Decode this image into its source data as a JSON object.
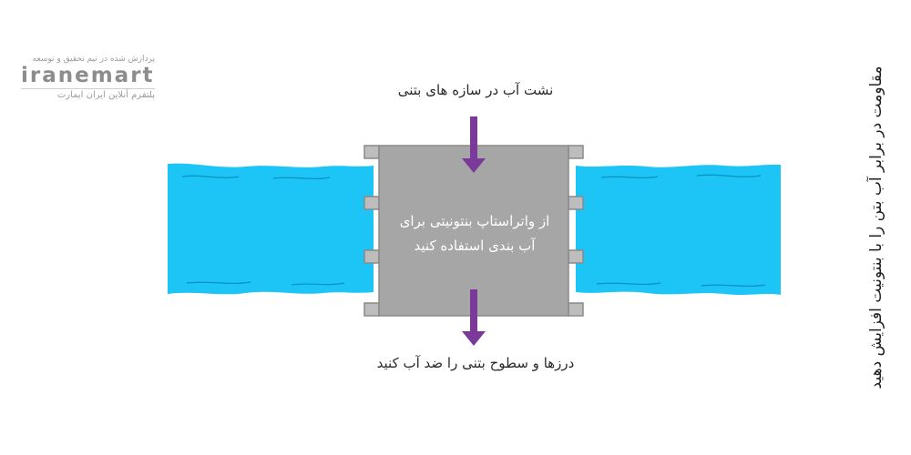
{
  "logo": {
    "tagline": "پردازش شده در تیم تحقیق و توسعه",
    "name": "iranemart",
    "subtitle": "پلتفرم آنلاین ایران ایمارت"
  },
  "title": "مقاومت در برابر آب بتن را با بنتونیت افزایش دهید",
  "labels": {
    "top": "نشت آب در سازه های بتنی",
    "center_line1": "از واتراستاپ بنتونیتی برای",
    "center_line2": "آب بندی استفاده کنید",
    "bottom": "درزها و سطوح بتنی را ضد آب کنید"
  },
  "colors": {
    "water": "#1cc5f5",
    "water_line": "#0c8fc2",
    "concrete": "#a6a6a6",
    "concrete_edge": "#8a8a8a",
    "arrow": "#7b3a99"
  }
}
